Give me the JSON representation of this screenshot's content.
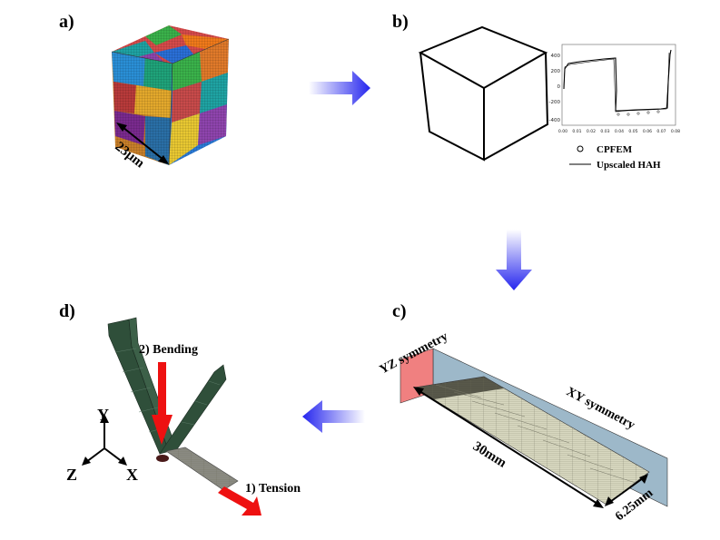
{
  "panels": {
    "a": {
      "label": "a)",
      "dimension": "23μm"
    },
    "b": {
      "label": "b)",
      "plot": {
        "y_ticks": [
          "400",
          "200",
          "0",
          "-200",
          "-400"
        ],
        "x_ticks": [
          "0.00",
          "0.01",
          "0.02",
          "0.03",
          "0.04",
          "0.05",
          "0.06",
          "0.07",
          "0.08"
        ]
      },
      "legend": {
        "marker_series": "CPFEM",
        "line_series": "Upscaled HAH"
      }
    },
    "c": {
      "label": "c)",
      "yz_label": "YZ symmetry",
      "xy_label": "XY symmetry",
      "length": "30mm",
      "width": "6.25mm"
    },
    "d": {
      "label": "d)",
      "bending": "2) Bending",
      "tension": "1) Tension",
      "axes": {
        "y": "Y",
        "z": "Z",
        "x": "X"
      }
    }
  },
  "colors": {
    "flow_arrow": "#3a3af0",
    "load_arrow": "#ee1111",
    "shell": "#2f4f3a",
    "yz_plane": "#f08080",
    "xy_plane": "#9db8c9"
  }
}
